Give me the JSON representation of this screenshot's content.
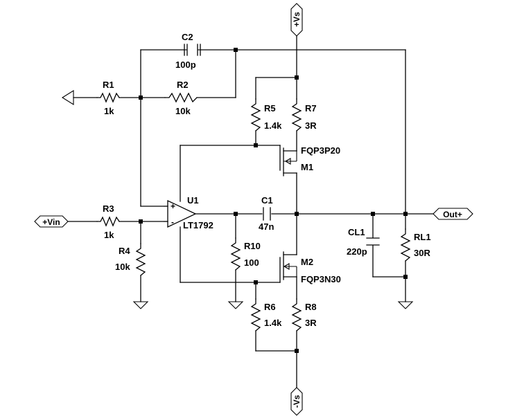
{
  "ports": {
    "vs_pos": "+Vs",
    "vs_neg": "-Vs",
    "vin": "+Vin",
    "out": "Out+"
  },
  "components": {
    "C2": {
      "name": "C2",
      "value": "100p"
    },
    "R1": {
      "name": "R1",
      "value": "1k"
    },
    "R2": {
      "name": "R2",
      "value": "10k"
    },
    "R3": {
      "name": "R3",
      "value": "1k"
    },
    "R4": {
      "name": "R4",
      "value": "10k"
    },
    "R5": {
      "name": "R5",
      "value": "1.4k"
    },
    "R7": {
      "name": "R7",
      "value": "3R"
    },
    "R10": {
      "name": "R10",
      "value": "100"
    },
    "R6": {
      "name": "R6",
      "value": "1.4k"
    },
    "R8": {
      "name": "R8",
      "value": "3R"
    },
    "C1": {
      "name": "C1",
      "value": "47n"
    },
    "CL1": {
      "name": "CL1",
      "value": "220p"
    },
    "RL1": {
      "name": "RL1",
      "value": "30R"
    },
    "U1": {
      "name": "U1",
      "value": "LT1792",
      "pin_plus": "+",
      "pin_minus": "-"
    },
    "M1": {
      "name": "M1",
      "value": "FQP3P20"
    },
    "M2": {
      "name": "M2",
      "value": "FQP3N30"
    }
  }
}
